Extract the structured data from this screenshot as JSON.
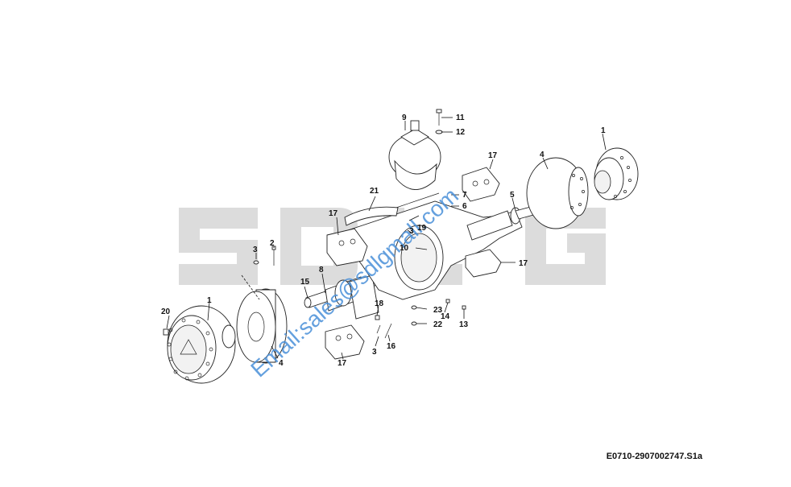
{
  "diagram": {
    "code": "E0710-2907002747.S1a",
    "watermark_email": "Email:sales@sdlgmall.com",
    "watermark_logo": "SDLG",
    "colors": {
      "watermark_logo": "#dcdcdc",
      "watermark_text": "#4a90d9",
      "lines": "#222222"
    },
    "callouts": [
      {
        "id": "c1a",
        "label": "1"
      },
      {
        "id": "c1b",
        "label": "1"
      },
      {
        "id": "c2",
        "label": "2"
      },
      {
        "id": "c3a",
        "label": "3"
      },
      {
        "id": "c3b",
        "label": "3"
      },
      {
        "id": "c3c",
        "label": "3"
      },
      {
        "id": "c4a",
        "label": "4"
      },
      {
        "id": "c4b",
        "label": "4"
      },
      {
        "id": "c5",
        "label": "5"
      },
      {
        "id": "c6",
        "label": "6"
      },
      {
        "id": "c7",
        "label": "7"
      },
      {
        "id": "c8",
        "label": "8"
      },
      {
        "id": "c9",
        "label": "9"
      },
      {
        "id": "c10",
        "label": "10"
      },
      {
        "id": "c11",
        "label": "11"
      },
      {
        "id": "c12",
        "label": "12"
      },
      {
        "id": "c13",
        "label": "13"
      },
      {
        "id": "c14",
        "label": "14"
      },
      {
        "id": "c15",
        "label": "15"
      },
      {
        "id": "c16",
        "label": "16"
      },
      {
        "id": "c17a",
        "label": "17"
      },
      {
        "id": "c17b",
        "label": "17"
      },
      {
        "id": "c17c",
        "label": "17"
      },
      {
        "id": "c17d",
        "label": "17"
      },
      {
        "id": "c18",
        "label": "18"
      },
      {
        "id": "c19",
        "label": "19"
      },
      {
        "id": "c20",
        "label": "20"
      },
      {
        "id": "c21",
        "label": "21"
      },
      {
        "id": "c22",
        "label": "22"
      },
      {
        "id": "c23",
        "label": "23"
      }
    ]
  }
}
